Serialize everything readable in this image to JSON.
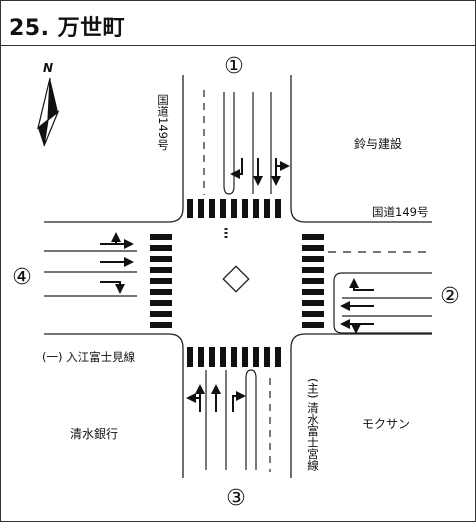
{
  "title": "25. 万世町",
  "north_label": "N",
  "approaches": {
    "north": "①",
    "east": "②",
    "south": "③",
    "west": "④"
  },
  "roads": {
    "north_route": "国道149号",
    "east_route": "国道149号",
    "west_route": "(一) 入江富士見線",
    "south_route": "(主) 清水富士宮線"
  },
  "landmarks": {
    "northeast": "鈴与建設",
    "southwest": "清水銀行",
    "southeast": "モクサン"
  }
}
